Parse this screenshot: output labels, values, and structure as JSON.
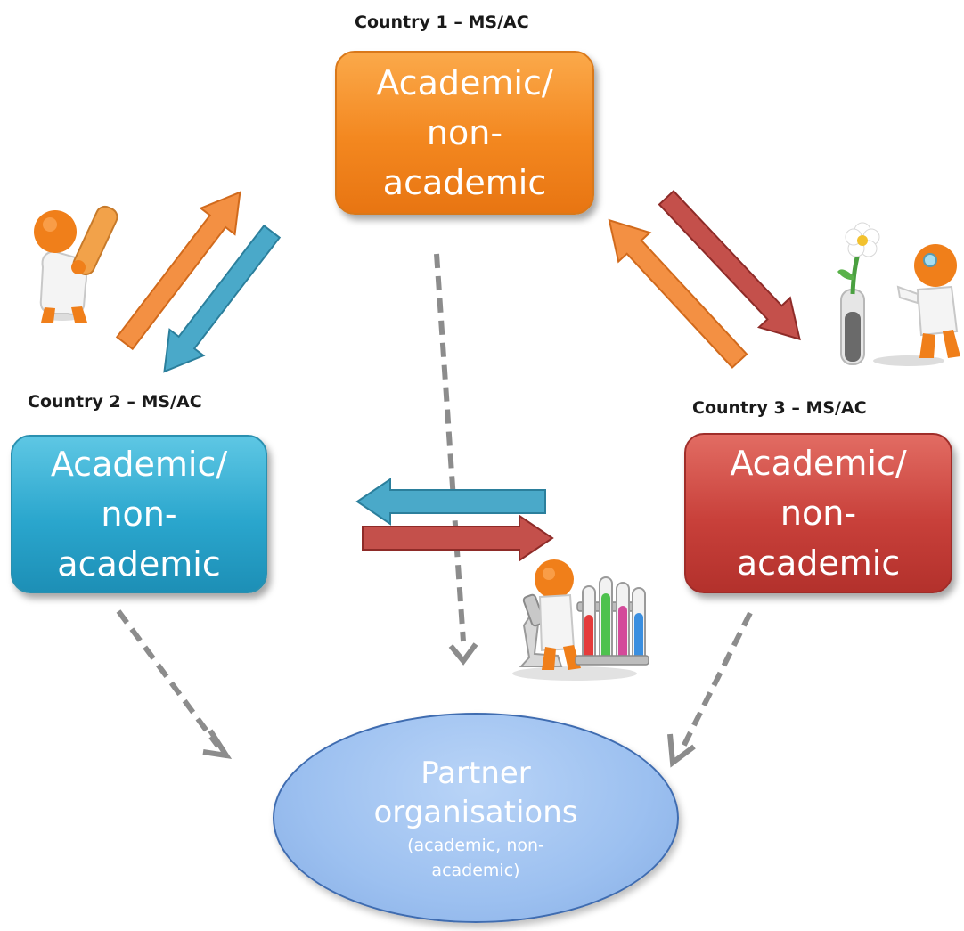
{
  "country1": {
    "label": "Country 1 – MS/AC",
    "lines": [
      "Academic/",
      "non-",
      "academic"
    ]
  },
  "country2": {
    "label": "Country 2 – MS/AC",
    "lines": [
      "Academic/",
      "non-",
      "academic"
    ]
  },
  "country3": {
    "label": "Country 3 – MS/AC",
    "lines": [
      "Academic/",
      "non-",
      "academic"
    ]
  },
  "partner": {
    "title_lines": [
      "Partner",
      "organisations"
    ],
    "sub_lines": [
      "(academic, non-",
      "academic)"
    ]
  },
  "colors": {
    "orange": "#f3871f",
    "blue": "#2aa6cd",
    "red": "#c8403a",
    "partner": "#9cc0f0",
    "dashed": "#8c8c8c"
  },
  "icons": [
    "scientist-test-tube-icon",
    "scientist-flower-icon",
    "scientist-microscope-icon"
  ]
}
